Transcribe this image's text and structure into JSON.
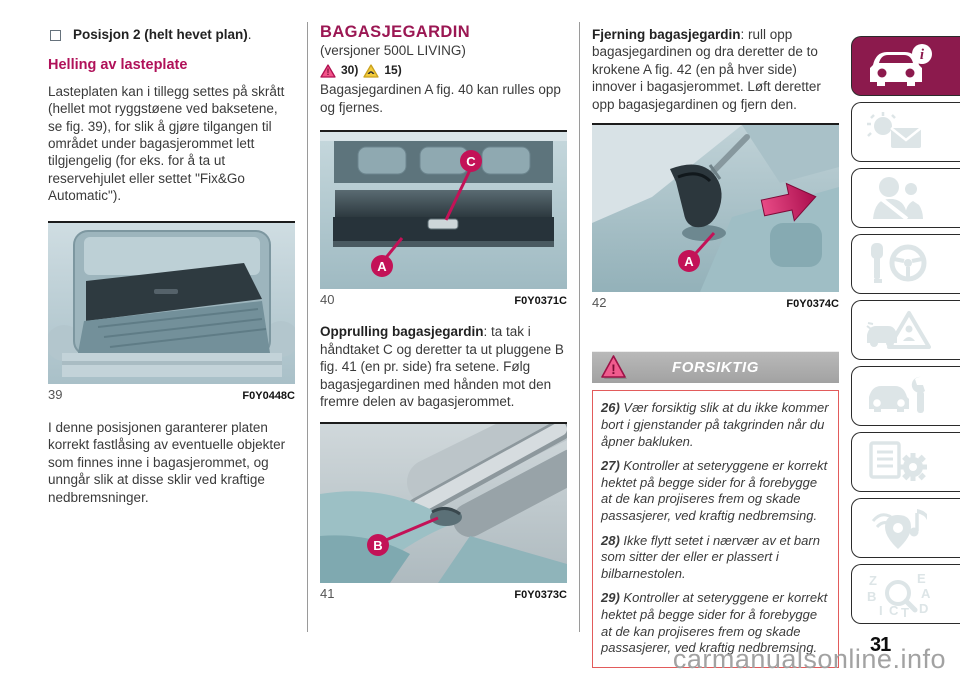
{
  "page": {
    "number": "31",
    "watermark": "carmanualsonline.info"
  },
  "col1": {
    "item_bold": "Posisjon 2 (helt hevet plan)",
    "item_suffix": ".",
    "heading": "Helling av lasteplate",
    "para1": "Lasteplaten kan i tillegg settes på skrått (hellet mot ryggstøene ved baksetene, se fig. 39), for slik å gjøre tilgangen til området under bagasjerommet lett tilgjengelig (for eks. for å ta ut reservehjulet eller settet \"Fix&Go Automatic\").",
    "fig": {
      "num": "39",
      "code": "F0Y0448C"
    },
    "para2": "I denne posisjonen garanterer platen korrekt fastlåsing av eventuelle objekter som finnes inne i bagasjerommet, og unngår slik at disse sklir ved kraftige nedbremsninger."
  },
  "col2": {
    "title": "BAGASJEGARDIN",
    "subtitle": "(versjoner 500L LIVING)",
    "warn_red": "30)",
    "warn_yellow": "15)",
    "para1": "Bagasjegardinen A fig. 40 kan rulles opp og fjernes.",
    "fig1": {
      "num": "40",
      "code": "F0Y0371C",
      "label_a": "A",
      "label_c": "C"
    },
    "runin": "Opprulling bagasjegardin",
    "para2": ": ta tak i håndtaket C og deretter ta ut pluggene B fig. 41 (en pr. side) fra setene. Følg bagasjegardinen med hånden mot den fremre delen av bagasjerommet.",
    "fig2": {
      "num": "41",
      "code": "F0Y0373C",
      "label_b": "B"
    }
  },
  "col3": {
    "runin": "Fjerning bagasjegardin",
    "para1": ": rull opp bagasjegardinen og dra deretter de to krokene A fig. 42 (en på hver side) innover i bagasjerommet. Løft deretter opp bagasjegardinen og fjern den.",
    "fig": {
      "num": "42",
      "code": "F0Y0374C",
      "label_a": "A"
    },
    "caution_title": "FORSIKTIG",
    "warnings": [
      {
        "num": "26)",
        "text": "Vær forsiktig slik at du ikke kommer bort i gjenstander på takgrinden når du åpner bakluken."
      },
      {
        "num": "27)",
        "text": "Kontroller at seteryggene er korrekt hektet på begge sider for å forebygge at de kan projiseres frem og skade passasjerer, ved kraftig nedbremsing."
      },
      {
        "num": "28)",
        "text": "Ikke flytt setet i nærvær av et barn som sitter der eller er plassert i bilbarnestolen."
      },
      {
        "num": "29)",
        "text": "Kontroller at seteryggene er korrekt hektet på begge sider for å forebygge at de kan projiseres frem og skade passasjerer, ved kraftig nedbremsing."
      }
    ]
  },
  "sidebar": {
    "info_glyph": "i",
    "index_letters": [
      "Z",
      "E",
      "B",
      "A",
      "I",
      "C",
      "T",
      "D"
    ]
  },
  "colors": {
    "accent_magenta": "#9b1753",
    "active_tab": "#8c1a4d",
    "callout": "#c31257",
    "caution_band_gray": "#a9a9a9",
    "warning_border_red": "#e25b5b",
    "figure_teal": "#a9c3cb"
  }
}
